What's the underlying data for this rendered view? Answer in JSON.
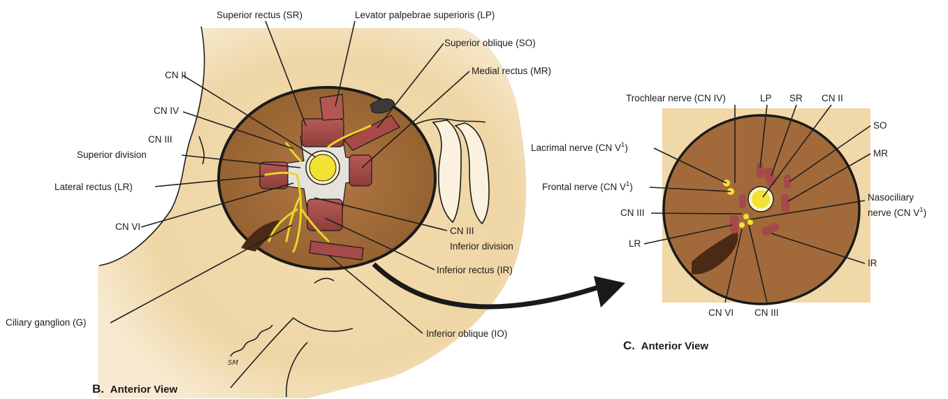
{
  "panel_b": {
    "caption_letter": "B.",
    "caption_text": "Anterior View",
    "labels": {
      "superior_rectus": "Superior rectus (SR)",
      "levator": "Levator palpebrae superioris (LP)",
      "superior_oblique": "Superior oblique (SO)",
      "medial_rectus": "Medial rectus (MR)",
      "cn_ii": "CN II",
      "cn_iv": "CN IV",
      "cn_iii_line1": "CN III",
      "cn_iii_line2": "Superior division",
      "lateral_rectus": "Lateral rectus (LR)",
      "cn_vi": "CN VI",
      "cn_iii_inf_line1": "CN III",
      "cn_iii_inf_line2": "Inferior division",
      "inferior_rectus": "Inferior rectus (IR)",
      "inferior_oblique": "Inferior oblique (IO)",
      "ciliary_ganglion": "Ciliary ganglion (G)"
    },
    "signature": "SM"
  },
  "panel_c": {
    "caption_letter": "C.",
    "caption_text": "Anterior View",
    "labels": {
      "trochlear": "Trochlear nerve (CN IV)",
      "lp": "LP",
      "sr": "SR",
      "cn_ii": "CN II",
      "so": "SO",
      "mr": "MR",
      "lacrimal": "Lacrimal nerve (CN V",
      "lacrimal_sup": "1",
      "lacrimal_close": ")",
      "frontal": "Frontal nerve (CN V",
      "frontal_sup": "1",
      "frontal_close": ")",
      "nasociliary_line1": "Nasociliary",
      "nasociliary_line2": "nerve (CN V",
      "nasociliary_sup": "1",
      "nasociliary_close": ")",
      "cn_iii": "CN III",
      "lr": "LR",
      "ir": "IR",
      "cn_vi_bottom": "CN VI",
      "cn_iii_bottom": "CN III"
    }
  },
  "colors": {
    "skin": "#f0d8a8",
    "orbit": "#a26a3a",
    "muscle": "#a5494a",
    "tendon": "#e5e2dc",
    "nerve": "#f2e233",
    "outline": "#1a1a1a"
  }
}
